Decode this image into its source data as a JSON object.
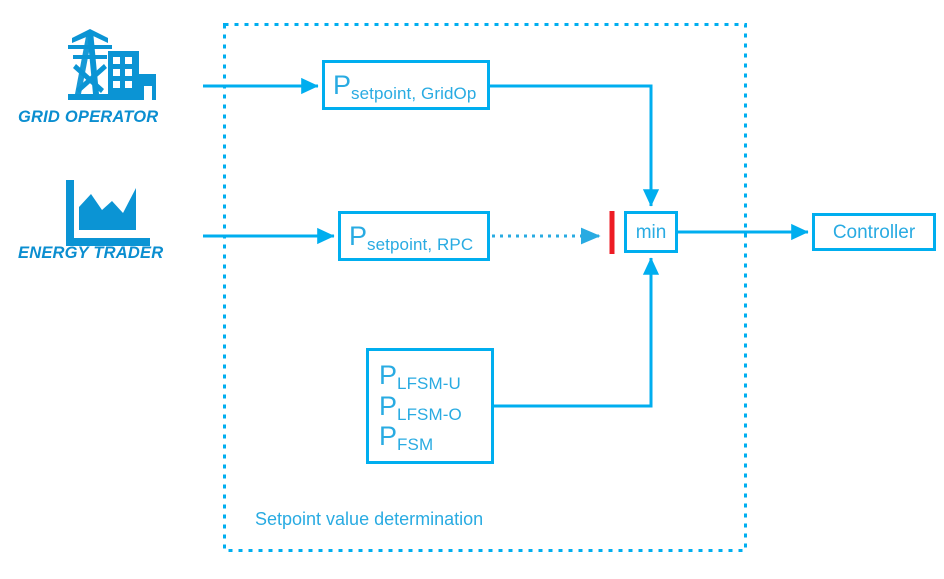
{
  "diagram": {
    "title_caption": "Setpoint value determination",
    "colors": {
      "primary_blue": "#00AEEF",
      "text_blue": "#29ABE2",
      "label_blue": "#0b8ed0",
      "block_red": "#ED1C24",
      "background": "#FFFFFF"
    },
    "actors": [
      {
        "id": "grid-operator",
        "label": "GRID OPERATOR",
        "icon": "transmission-tower-buildings-icon"
      },
      {
        "id": "energy-trader",
        "label": "ENERGY TRADER",
        "icon": "area-chart-icon"
      }
    ],
    "blocks": {
      "setpoint_gridop": {
        "base": "P",
        "subscript": "setpoint, GridOp"
      },
      "setpoint_rpc": {
        "base": "P",
        "subscript": "setpoint, RPC"
      },
      "lfsm": [
        {
          "base": "P",
          "subscript": "LFSM-U"
        },
        {
          "base": "P",
          "subscript": "LFSM-O"
        },
        {
          "base": "P",
          "subscript": "FSM"
        }
      ],
      "min": {
        "label": "min"
      },
      "controller": {
        "label": "Controller"
      }
    },
    "connections": {
      "gridop_to_setpoint": "solid-arrow",
      "trader_to_setpoint": "solid-arrow",
      "setpoint_gridop_to_min": "solid-arrow-into-top",
      "setpoint_rpc_to_min": "dotted-arrow-blocked",
      "lfsm_to_min": "solid-arrow-into-bottom",
      "min_to_controller": "solid-arrow",
      "blocked_marker": "red-bar"
    }
  }
}
